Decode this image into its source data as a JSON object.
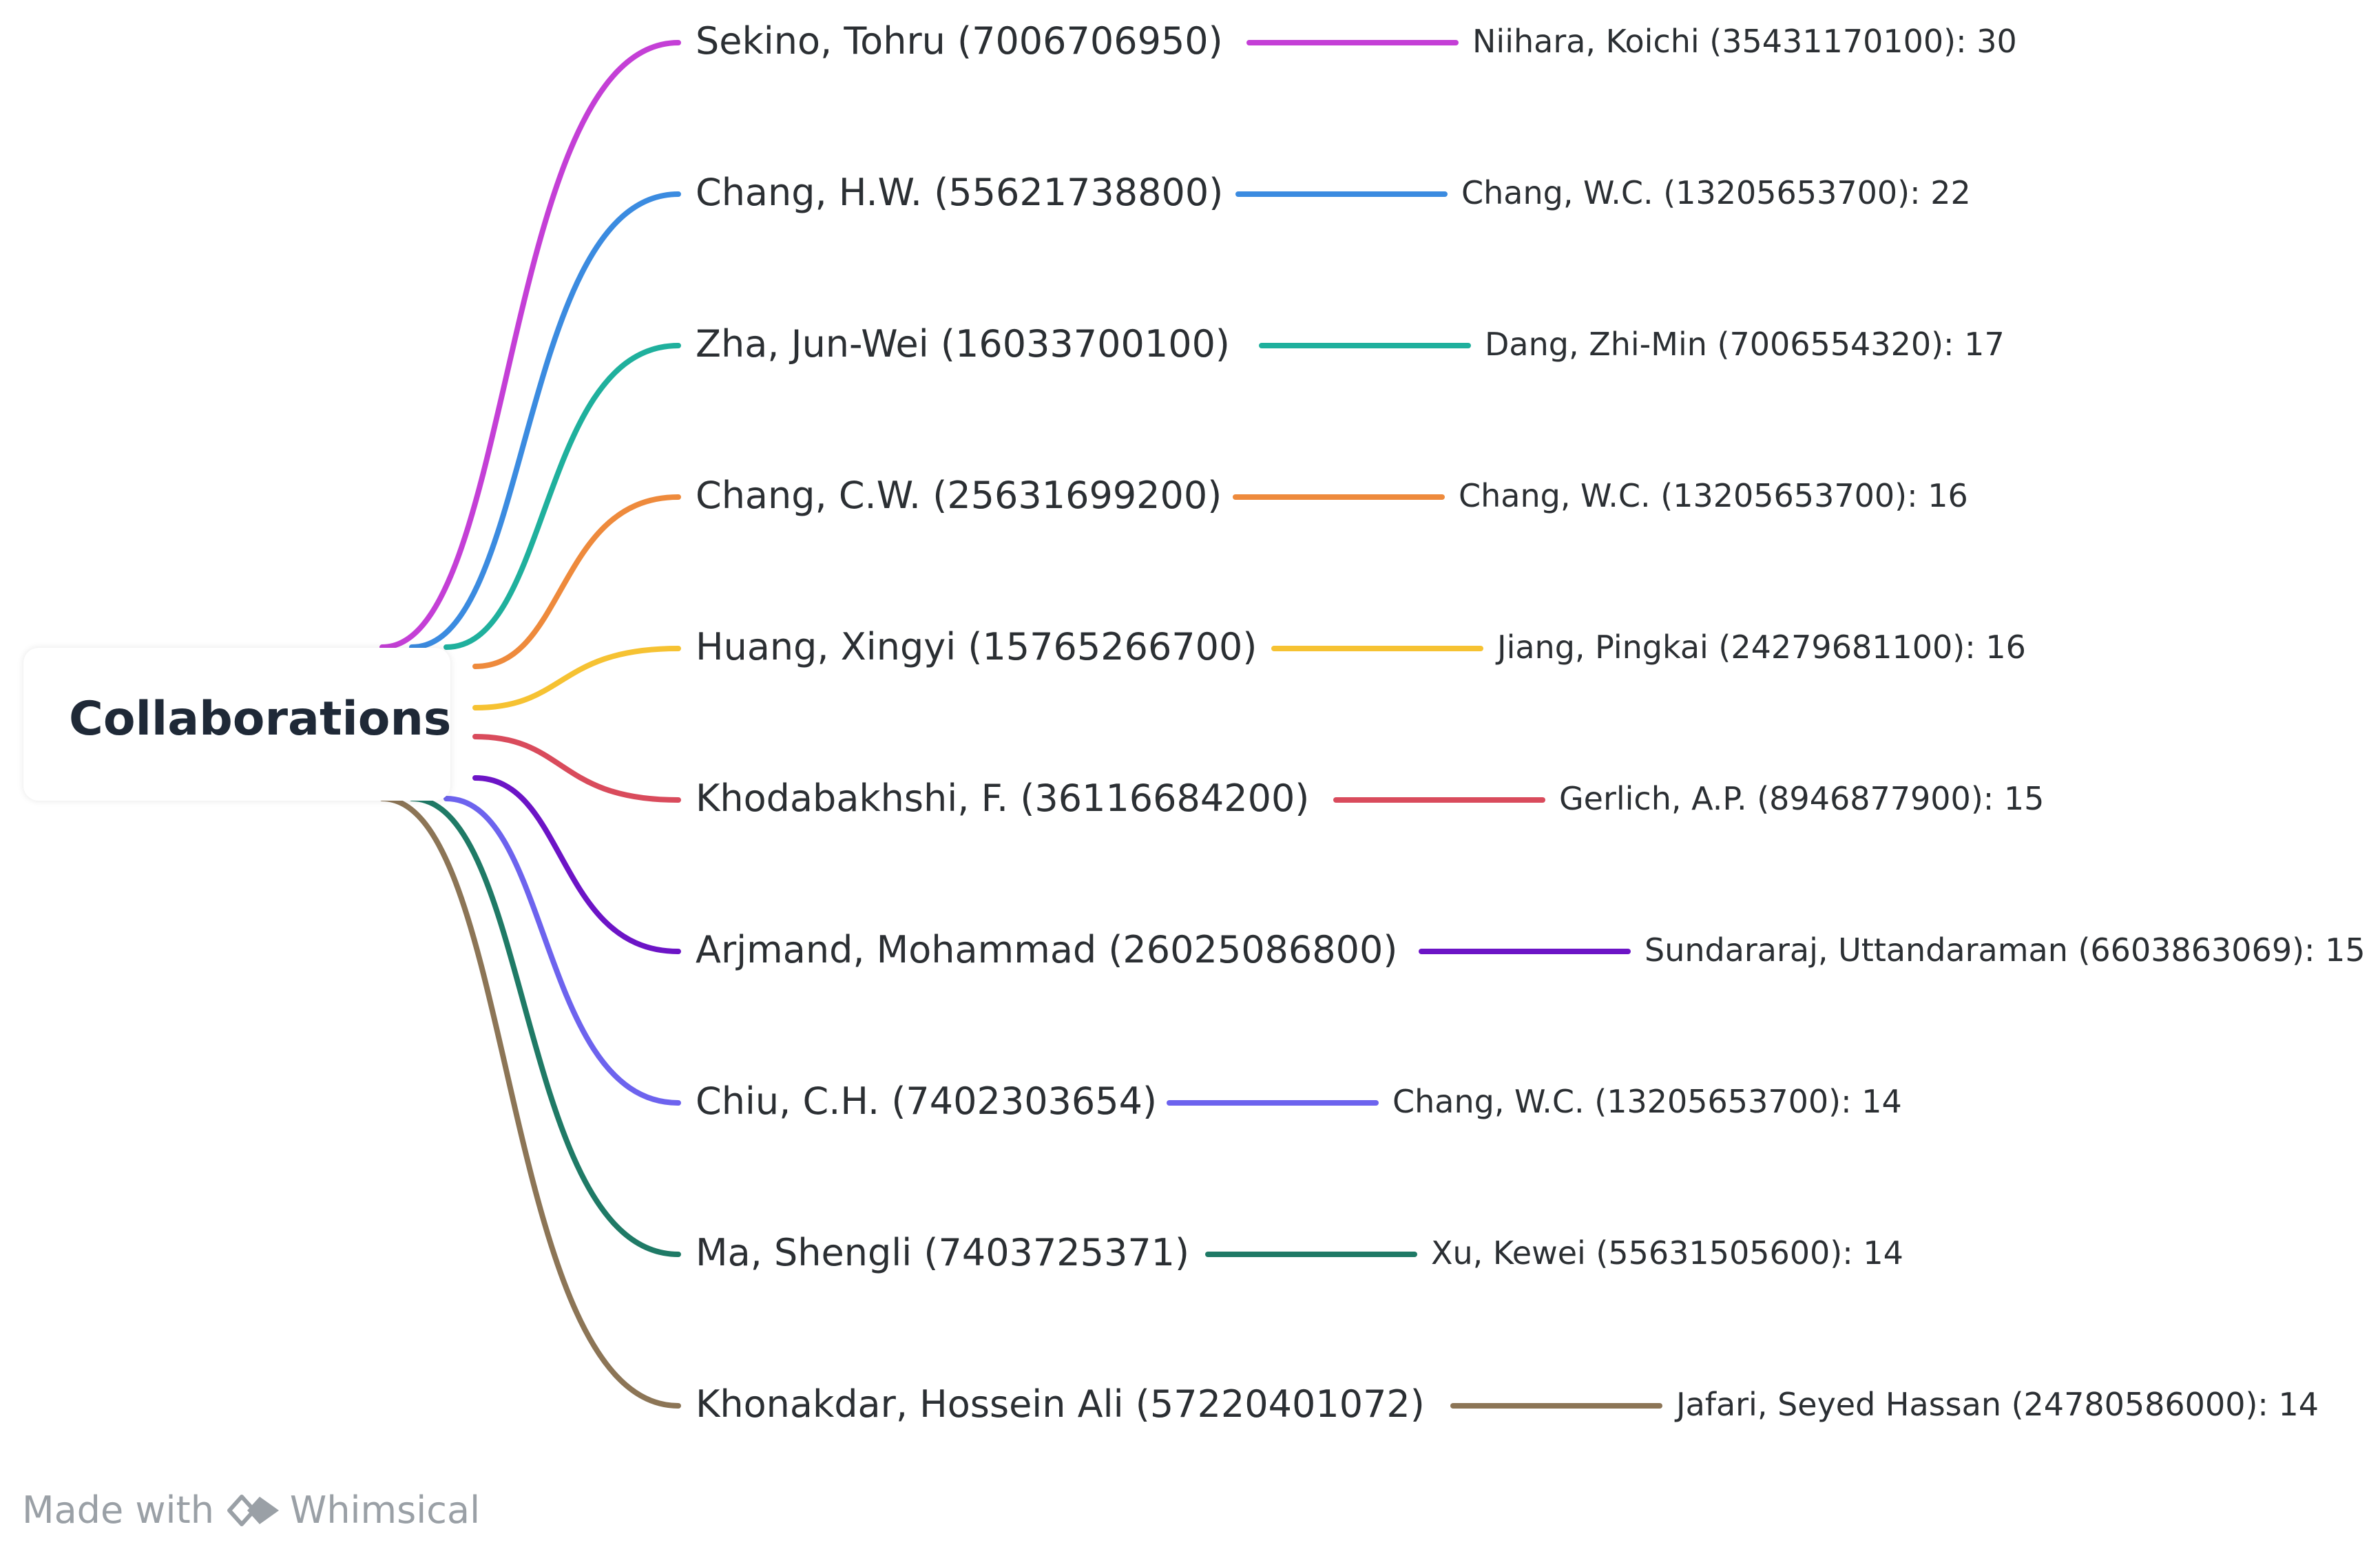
{
  "root": {
    "label": "Collaborations"
  },
  "branches": [
    {
      "author": "Sekino, Tohru (7006706950)",
      "collaborator": "Niihara, Koichi (35431170100): 30",
      "color": "#c43fd6"
    },
    {
      "author": "Chang, H.W. (55621738800)",
      "collaborator": "Chang, W.C. (13205653700): 22",
      "color": "#3b8be0"
    },
    {
      "author": "Zha, Jun-Wei (16033700100)",
      "collaborator": "Dang, Zhi-Min (7006554320): 17",
      "color": "#1fb09d"
    },
    {
      "author": "Chang, C.W. (25631699200)",
      "collaborator": "Chang, W.C. (13205653700): 16",
      "color": "#ee8a3c"
    },
    {
      "author": "Huang, Xingyi (15765266700)",
      "collaborator": "Jiang, Pingkai (24279681100): 16",
      "color": "#f6c232"
    },
    {
      "author": "Khodabakhshi, F. (36116684200)",
      "collaborator": "Gerlich, A.P. (8946877900): 15",
      "color": "#d94b5c"
    },
    {
      "author": "Arjmand, Mohammad (26025086800)",
      "collaborator": "Sundararaj, Uttandaraman (6603863069): 15",
      "color": "#6c14c6"
    },
    {
      "author": "Chiu, C.H. (7402303654)",
      "collaborator": "Chang, W.C. (13205653700): 14",
      "color": "#6d63ee"
    },
    {
      "author": "Ma, Shengli (7403725371)",
      "collaborator": "Xu, Kewei (55631505600): 14",
      "color": "#1f7a66"
    },
    {
      "author": "Khonakdar, Hossein Ali (57220401072)",
      "collaborator": "Jafari, Seyed Hassan (24780586000): 14",
      "color": "#8c7556"
    }
  ],
  "footer": {
    "made_with": "Made with",
    "brand": "Whimsical"
  }
}
